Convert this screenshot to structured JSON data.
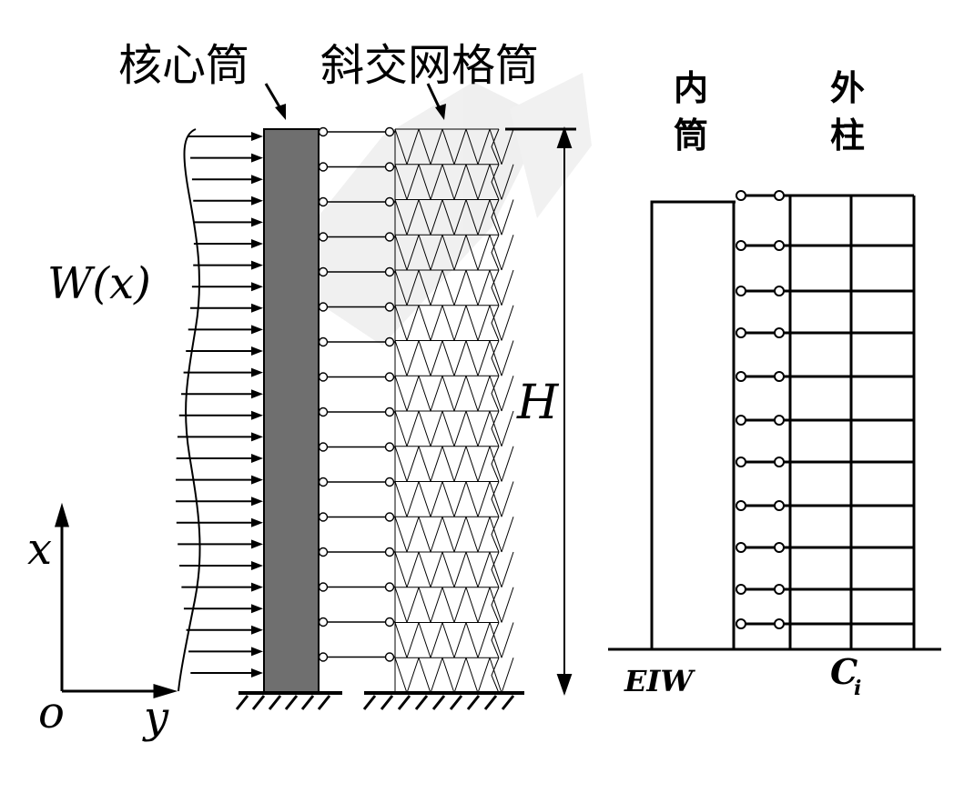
{
  "left_diagram": {
    "label_core": "核心筒",
    "label_diagrid": "斜交网格筒",
    "load_label": "W(x)",
    "height_label": "H",
    "axis_x_label": "x",
    "axis_origin_label": "o",
    "axis_y_label": "y"
  },
  "right_diagram": {
    "label_inner_tube_line1": "内",
    "label_inner_tube_line2": "筒",
    "label_outer_column_line1": "外",
    "label_outer_column_line2": "柱",
    "label_wall": "EIW",
    "label_column": "C",
    "label_column_subscript": "i"
  },
  "colors": {
    "core_fill": "#6f6f6f",
    "line": "#000000",
    "watermark": "#d9d9d9"
  }
}
